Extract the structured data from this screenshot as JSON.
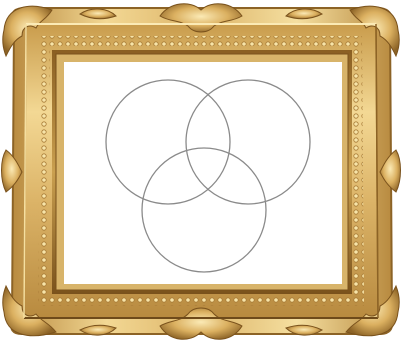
{
  "frame": {
    "style": "ornate gilded baroque picture frame",
    "colors": {
      "gold_light": "#f3d894",
      "gold_mid": "#d7ae5c",
      "gold_dark": "#9b6d2a",
      "gold_shadow": "#6e4a1a",
      "canvas": "#ffffff"
    }
  },
  "diagram": {
    "type": "venn",
    "set_count": 3,
    "outline_color": "#8a8a8a",
    "labels": []
  }
}
